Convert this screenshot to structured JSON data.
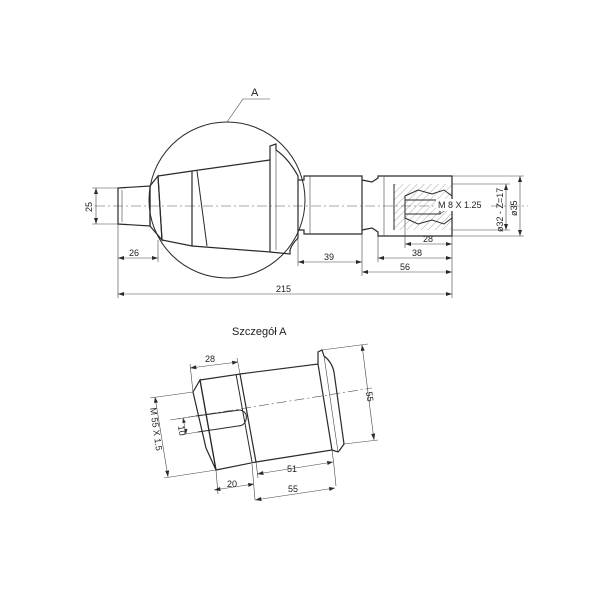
{
  "main_view": {
    "detail_label": "A",
    "dims": {
      "d25": "25",
      "d26": "26",
      "d39": "39",
      "d28": "28",
      "d38": "38",
      "d56": "56",
      "d215": "215",
      "thread": "M 8 X 1.25",
      "dia32": "ø32 - Z=17",
      "dia35": "ø35"
    }
  },
  "detail_view": {
    "title": "Szczegół A",
    "dims": {
      "d28": "28",
      "d55v": "55",
      "thread": "M 55 X 1.5",
      "d10": "10",
      "d51": "51",
      "d20": "20",
      "d55h": "55"
    }
  }
}
